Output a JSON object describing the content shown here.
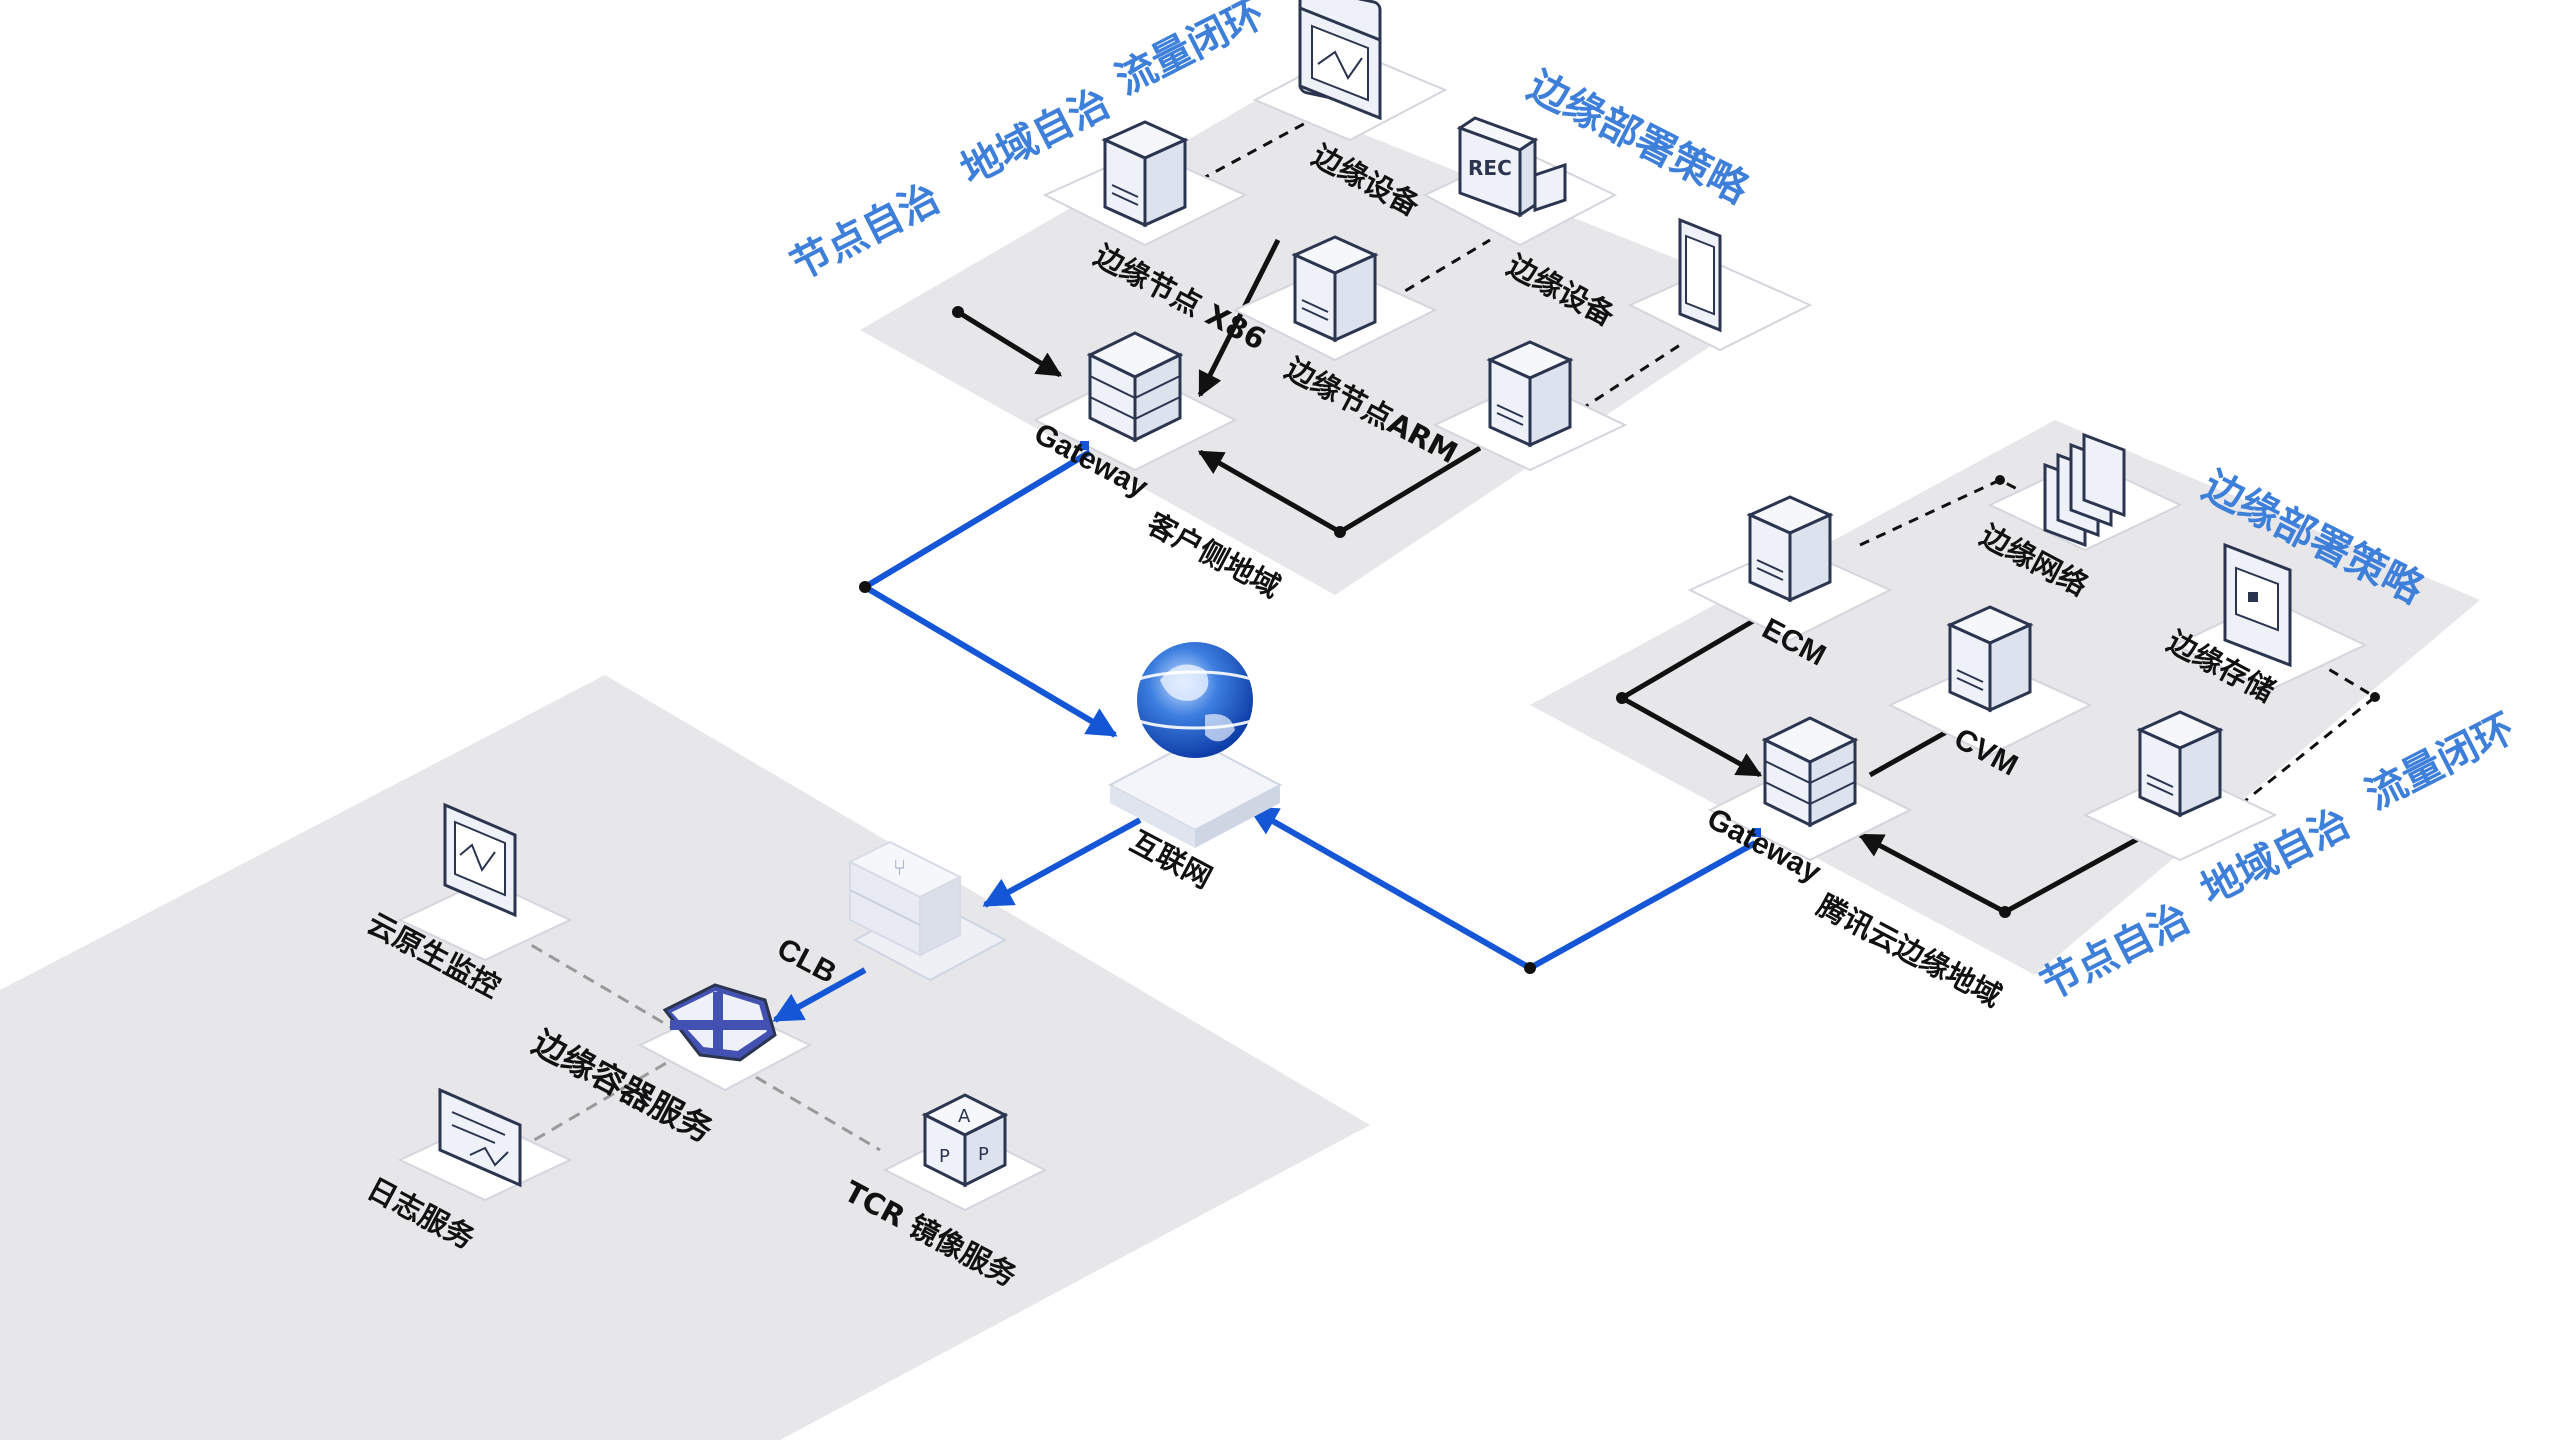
{
  "colors": {
    "accent": "#1456d6",
    "label_blue": "#3d7fd9",
    "region_bg": "#e7e7ea",
    "icon_face": "#eef1f7",
    "icon_stroke": "#2b3550"
  },
  "customer_region": {
    "name": "客户侧地域",
    "badges": [
      "节点自治",
      "地域自治",
      "流量闭环",
      "边缘部署策略"
    ],
    "node_x86": "边缘节点 X86",
    "node_arm": "边缘节点ARM",
    "device_label": "边缘设备",
    "gateway": "Gateway",
    "rec_text": "REC"
  },
  "tencent_region": {
    "name": "腾讯云边缘地域",
    "badges": [
      "边缘部署策略",
      "流量闭环",
      "地域自治",
      "节点自治"
    ],
    "ecm": "ECM",
    "cvm": "CVM",
    "edge_network": "边缘网络",
    "edge_storage": "边缘存储",
    "gateway": "Gateway"
  },
  "internet": {
    "label": "互联网"
  },
  "cloud_region": {
    "clb": "CLB",
    "edge_container_service": "边缘容器服务",
    "cloud_monitor": "云原生监控",
    "log_service": "日志服务",
    "tcr_service": "TCR 镜像服务",
    "tcr_letters": [
      "A",
      "P",
      "P"
    ]
  }
}
